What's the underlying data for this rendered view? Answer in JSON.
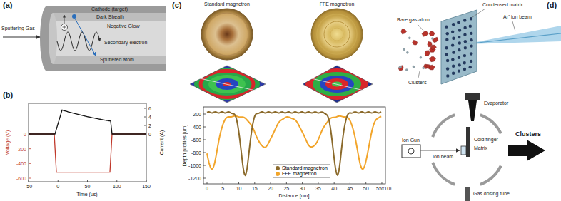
{
  "diagram": {
    "labels": [
      "(a)",
      "Cathode (target)",
      "Dark Sheath",
      "Negative Glow",
      "Secondary electron",
      "Sputtered atom",
      "Sputtering Gas",
      "(b)",
      "Voltage (V)",
      "Current (A)",
      "0",
      "-200",
      "-400",
      "-600",
      "0",
      "2",
      "4",
      "6",
      "-50",
      "0",
      "50",
      "100",
      "150",
      "Time (us)",
      "(c)",
      "Standard magnetron",
      "FFE magnetron",
      "Depth profiles [um]",
      "-200",
      "-400",
      "-600",
      "-800",
      "-1000",
      "-1200",
      "0",
      "5",
      "10",
      "15",
      "20",
      "25",
      "30",
      "35",
      "40",
      "45",
      "50",
      "55x10³",
      "Distance [um]",
      "(d)",
      "Condensed matrix",
      "Rare gas atom",
      "Ar⁺ ion beam",
      "Clusters",
      "Evaporator",
      "Cold finger",
      "Matrix",
      "Ion Gun",
      "Ion beam",
      "Clusters",
      "Gas dosing tube"
    ],
    "legend": [
      {
        "text": "Standard magnetron",
        "color": "#8b6a2b"
      },
      {
        "text": "FFE magnetron",
        "color": "#f2a52b"
      }
    ]
  }
}
